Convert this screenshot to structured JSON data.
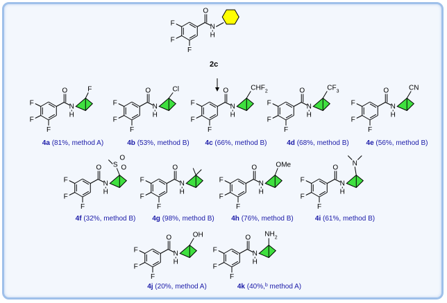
{
  "start": {
    "id": "2c"
  },
  "atoms": {
    "F": "F",
    "N": "N",
    "H": "H",
    "O": "O"
  },
  "substituents": {
    "4a": "F",
    "4b": "Cl",
    "4c_pre": "CHF",
    "4c_sub": "2",
    "4d_pre": "CF",
    "4d_sub": "3",
    "4e": "CN",
    "4f_S": "S",
    "4f_O1": "O",
    "4f_O2": "O",
    "4h": "OMe",
    "4i": "N",
    "4j": "OH",
    "4k_pre": "NH",
    "4k_sub": "2"
  },
  "products": [
    {
      "id": "4a",
      "text": " (81%, method A)"
    },
    {
      "id": "4b",
      "text": " (53%, method B)"
    },
    {
      "id": "4c",
      "text": " (66%, method B)"
    },
    {
      "id": "4d",
      "text": " (68%, method B)"
    },
    {
      "id": "4e",
      "text": " (56%, method B)"
    },
    {
      "id": "4f",
      "text": " (32%, method B)"
    },
    {
      "id": "4g",
      "text": " (98%, method B)"
    },
    {
      "id": "4h",
      "text": " (76%, method B)"
    },
    {
      "id": "4i",
      "text": " (61%, method B)"
    },
    {
      "id": "4j",
      "text": " (20%, method A)"
    },
    {
      "id": "4k",
      "text": " (40%,",
      "sup": "b",
      "text2": " method A)"
    }
  ],
  "colors": {
    "frame": "#9fc0ea",
    "background": "#f3f7fd",
    "caption": "#1a1aa8",
    "bcp_fill": "#3fe03f",
    "phenyl_fill": "#ffff00"
  }
}
